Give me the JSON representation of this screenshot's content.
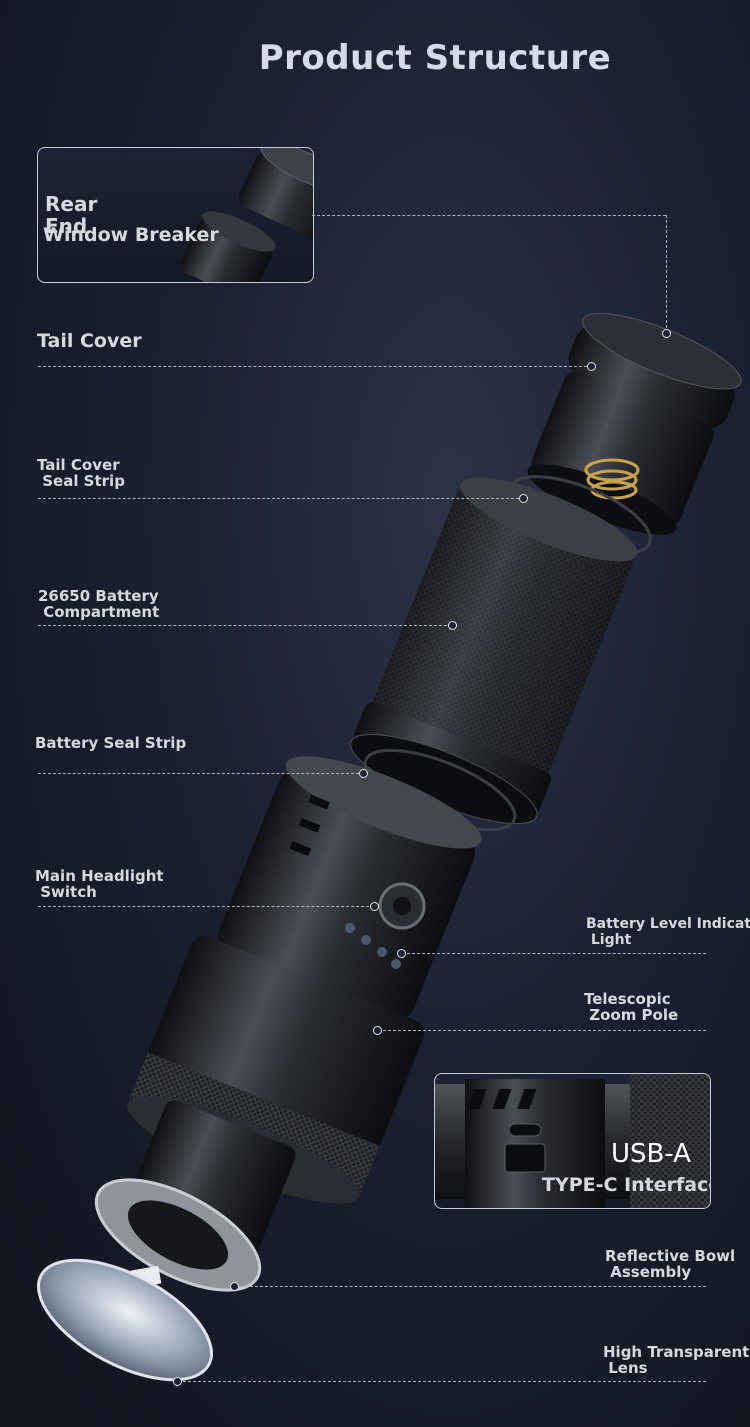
{
  "title": "Product Structure",
  "insets": {
    "rear_end": {
      "label_a": "Rear\nEnd",
      "label_b": "Window Breaker"
    },
    "usb": {
      "label_a": "USB-A",
      "label_b": "TYPE-C Interface"
    }
  },
  "labels": {
    "tail_cover": "Tail Cover",
    "tail_seal": "Tail Cover\n Seal Strip",
    "battery_compartment": "26650 Battery\n Compartment",
    "battery_seal": "Battery Seal Strip",
    "main_switch": "Main Headlight\n Switch",
    "battery_indicator": "Battery Level Indicator\n Light",
    "zoom_pole": "Telescopic\n Zoom Pole",
    "reflective_bowl": "Reflective Bowl\n Assembly",
    "lens": "High Transparent\n Lens"
  },
  "colors": {
    "background": "#1a2030",
    "label_text": "#d6d9df",
    "title_text": "#d4dbeb",
    "metal_dark": "#1c1e22",
    "metal_mid": "#3a3d43",
    "brass": "#c9a24a"
  }
}
